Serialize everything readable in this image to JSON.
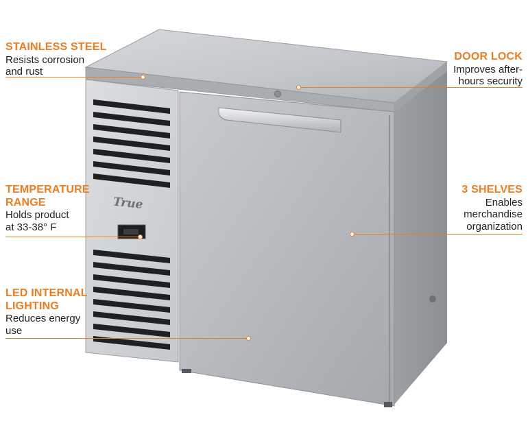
{
  "callouts": [
    {
      "title": "STAINLESS STEEL",
      "desc_lines": [
        "Resists corrosion",
        "and rust"
      ]
    },
    {
      "title": "DOOR LOCK",
      "desc_lines": [
        "Improves after-",
        "hours security"
      ]
    },
    {
      "title_lines": [
        "TEMPERATURE",
        "RANGE"
      ],
      "desc_lines": [
        "Holds product",
        "at 33-38° F"
      ]
    },
    {
      "title": "3 SHELVES",
      "desc_lines": [
        "Enables",
        "merchandise",
        "organization"
      ]
    },
    {
      "title_lines": [
        "LED INTERNAL",
        "LIGHTING"
      ],
      "desc_lines": [
        "Reduces energy",
        "use"
      ]
    }
  ],
  "product": {
    "brand_logo_text": "True",
    "image_alt": "stainless-steel-undercounter-refrigerator"
  },
  "colors": {
    "accent": "#ee7d1f",
    "text": "#222222",
    "steel": "#b9bcc0"
  }
}
